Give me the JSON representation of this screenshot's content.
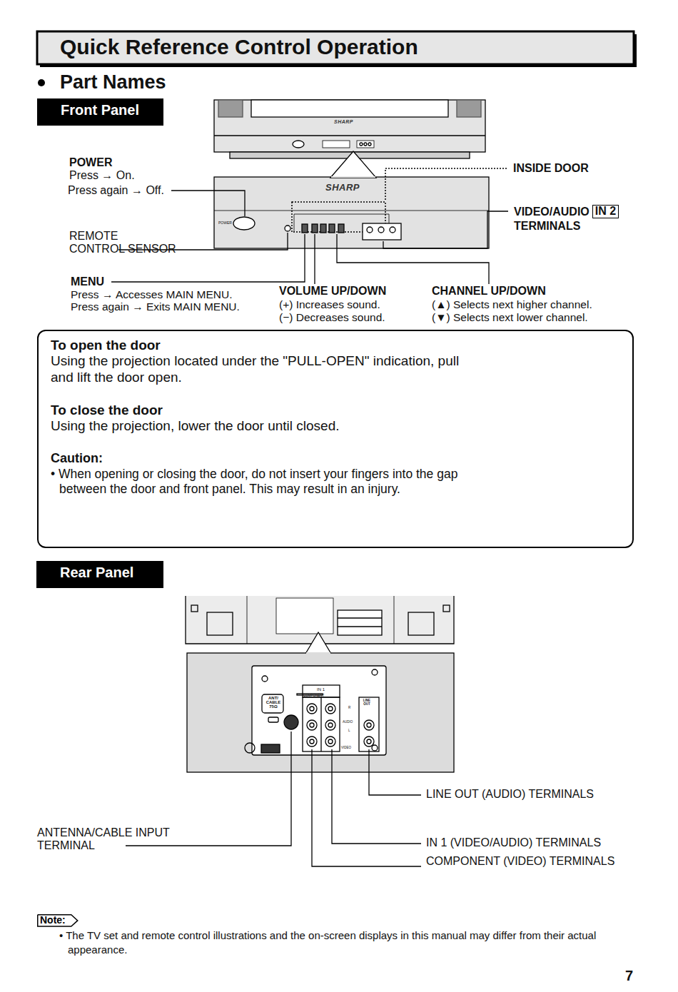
{
  "diagram": {
    "title": "Quick Reference Control Operation",
    "nodes": [
      {
        "text": [
          "Front Panel"
        ]
      },
      {
        "text": [
          "To open the door",
          "Using the projection located under the \"PULL-OPEN\" indication, pull and lift the door open.",
          "To close the door",
          "Using the projection, lower the door until closed.",
          "Caution:",
          "• When opening or closing the door, do not insert your fingers into the gap between the door and front panel. This may result in an injury."
        ]
      },
      {
        "text": [
          "Rear Panel"
        ]
      },
      {
        "text": [
          "Note:"
        ]
      }
    ],
    "labels": [
      "Part Names",
      "POWER",
      "Press → On.",
      "Press again → Off.",
      "REMOTE CONTROL SENSOR",
      "MENU",
      "Press → Accesses MAIN MENU.",
      "Press again → Exits MAIN MENU.",
      "VOLUME UP/DOWN",
      "(+) Increases sound.",
      "(−) Decreases sound.",
      "CHANNEL UP/DOWN",
      "(▲) Selects next higher channel.",
      "(▼) Selects next lower channel.",
      "INSIDE DOOR",
      "VIDEO/AUDIO",
      "IN 2",
      "TERMINALS",
      "LINE OUT (AUDIO) TERMINALS",
      "IN 1 (VIDEO/AUDIO) TERMINALS",
      "COMPONENT (VIDEO) TERMINALS",
      "ANTENNA/CABLE INPUT TERMINAL",
      "• The TV set and remote control illustrations and the on-screen displays in this manual may differ from their actual appearance.",
      "7",
      "SHARP",
      "SHARP",
      "POWER",
      "SHARP",
      "PULL—OPEN",
      "ANT/ CABLE 75Ω",
      "IN 1",
      "COMPONENT",
      "AUDIO",
      "VIDEO",
      "LINE OUT",
      "R",
      "L"
    ]
  }
}
